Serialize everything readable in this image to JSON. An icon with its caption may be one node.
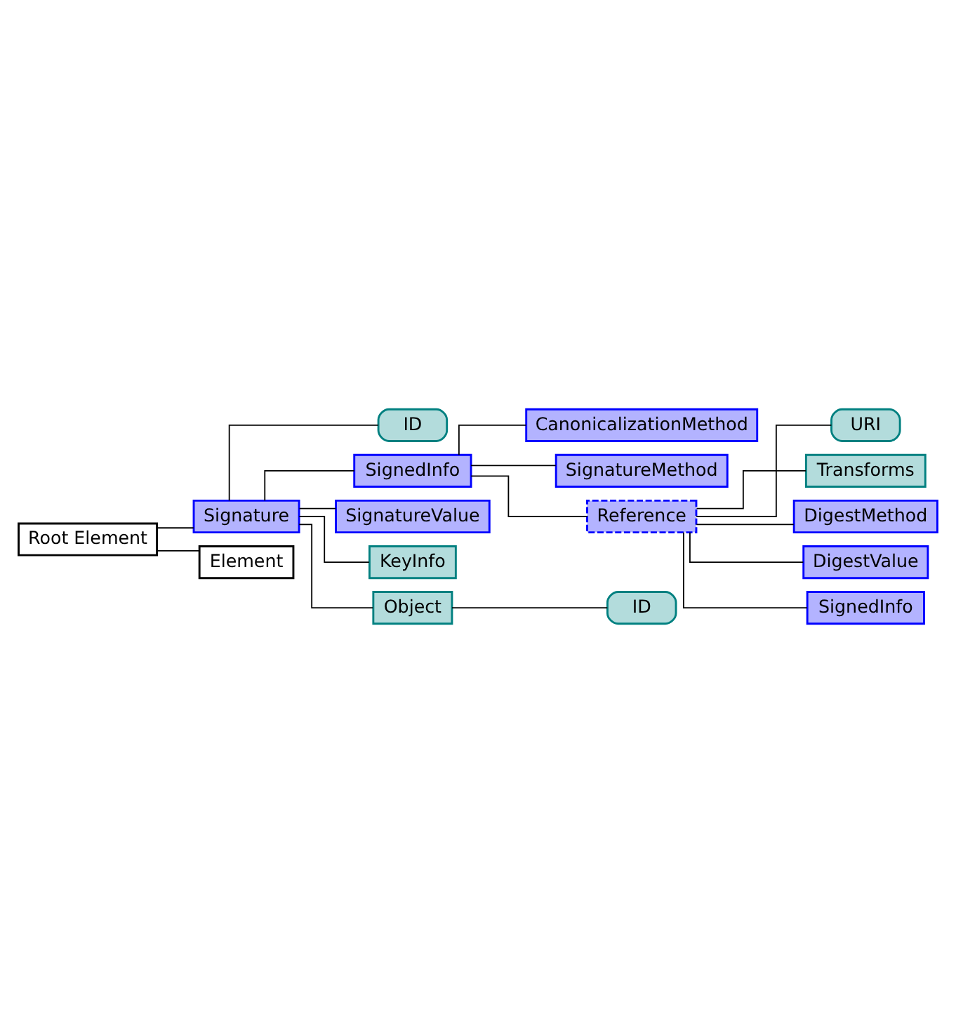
{
  "diagram": {
    "nodes": [
      {
        "text": [
          "Root Element"
        ]
      },
      {
        "text": [
          "Signature"
        ]
      },
      {
        "text": [
          "ID"
        ]
      },
      {
        "text": [
          "SignedInfo"
        ]
      },
      {
        "text": [
          "CanonicalizationMethod"
        ]
      },
      {
        "text": [
          "SignatureMethod"
        ]
      },
      {
        "text": [
          "Reference"
        ]
      },
      {
        "text": [
          "URI"
        ]
      },
      {
        "text": [
          "Transforms"
        ]
      },
      {
        "text": [
          "DigestMethod"
        ]
      },
      {
        "text": [
          "DigestValue"
        ]
      },
      {
        "text": [
          "SignedInfo"
        ]
      },
      {
        "text": [
          "SignatureValue"
        ]
      },
      {
        "text": [
          "KeyInfo"
        ]
      },
      {
        "text": [
          "Object"
        ]
      },
      {
        "text": [
          "ID"
        ]
      },
      {
        "text": [
          "Element"
        ]
      }
    ],
    "edges": [
      {
        "from": 0,
        "to": 1,
        "arrow": "none"
      },
      {
        "from": 1,
        "to": 2,
        "arrow": "none"
      },
      {
        "from": 1,
        "to": 3,
        "arrow": "none"
      },
      {
        "from": 3,
        "to": 4,
        "arrow": "none"
      },
      {
        "from": 3,
        "to": 5,
        "arrow": "none"
      },
      {
        "from": 3,
        "to": 6,
        "arrow": "none"
      },
      {
        "from": 6,
        "to": 7,
        "arrow": "none"
      },
      {
        "from": 6,
        "to": 8,
        "arrow": "none"
      },
      {
        "from": 6,
        "to": 9,
        "arrow": "none"
      },
      {
        "from": 6,
        "to": 10,
        "arrow": "none"
      },
      {
        "from": 6,
        "to": 11,
        "arrow": "none"
      },
      {
        "from": 1,
        "to": 12,
        "arrow": "none"
      },
      {
        "from": 1,
        "to": 13,
        "arrow": "none"
      },
      {
        "from": 1,
        "to": 14,
        "arrow": "none"
      },
      {
        "from": 14,
        "to": 15,
        "arrow": "none"
      },
      {
        "from": 0,
        "to": 16,
        "arrow": "none"
      }
    ]
  }
}
